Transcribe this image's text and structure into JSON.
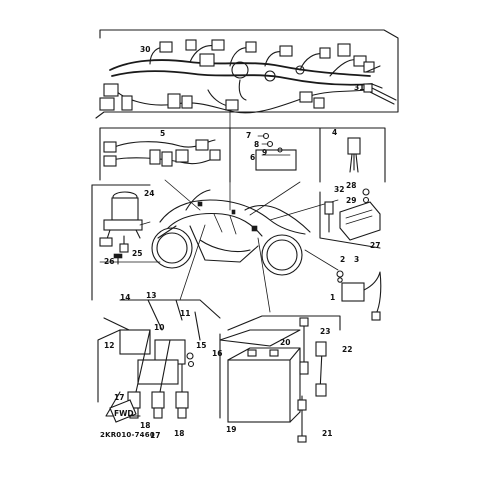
{
  "callouts": {
    "c1": "1",
    "c2": "2",
    "c3": "3",
    "c4": "4",
    "c5": "5",
    "c6": "6",
    "c7": "7",
    "c8": "8",
    "c9": "9",
    "c10": "10",
    "c11": "11",
    "c12": "12",
    "c13": "13",
    "c14": "14",
    "c15": "15",
    "c16": "16",
    "c17a": "17",
    "c17b": "17",
    "c18a": "18",
    "c18b": "18",
    "c19": "19",
    "c20": "20",
    "c21": "21",
    "c22": "22",
    "c23": "23",
    "c24": "24",
    "c25": "25",
    "c26": "26",
    "c27": "27",
    "c28": "28",
    "c29": "29",
    "c30": "30",
    "c31": "31",
    "c32": "32"
  },
  "figure_code": "2KR010-7460",
  "fwd_mark": "FWD"
}
